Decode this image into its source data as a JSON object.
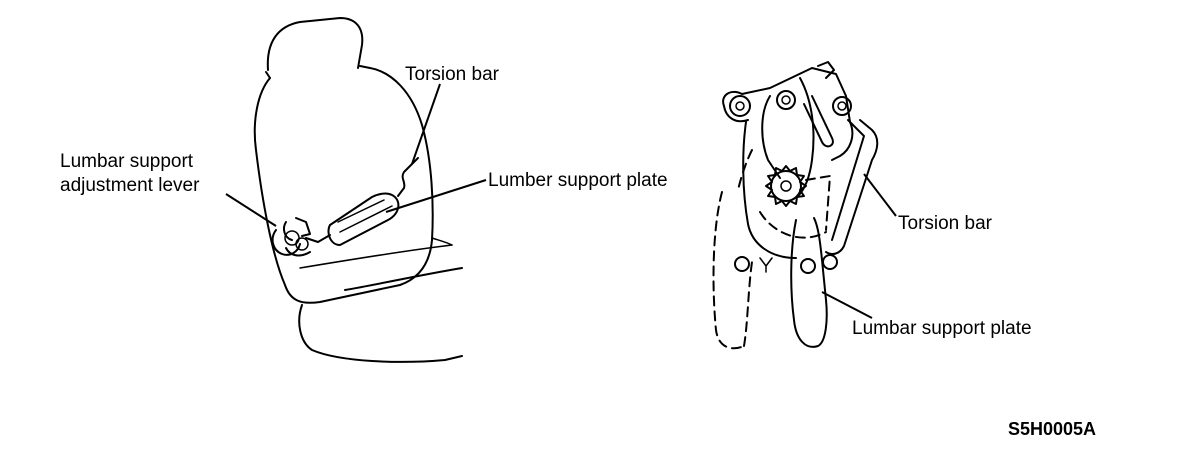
{
  "labels": {
    "left_torsion_bar": "Torsion bar",
    "left_lever_line1": "Lumbar support",
    "left_lever_line2": "adjustment lever",
    "left_plate": "Lumber support plate",
    "right_torsion_bar": "Torsion bar",
    "right_plate": "Lumbar support plate"
  },
  "figure_code": "S5H0005A"
}
